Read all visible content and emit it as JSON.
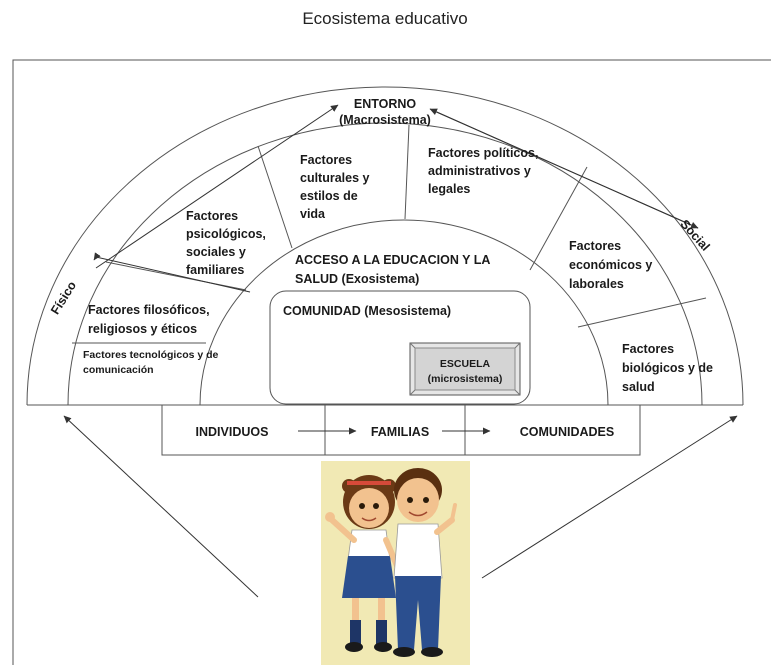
{
  "title": "Ecosistema educativo",
  "macro": {
    "line1": "ENTORNO",
    "line2": "(Macrosistema)",
    "left_side": "Físico",
    "right_side": "Social"
  },
  "factors": {
    "culturales": [
      "Factores",
      "culturales y",
      "estilos de",
      "vida"
    ],
    "politicos": [
      "Factores políticos,",
      "administrativos y",
      "legales"
    ],
    "psicologicos": [
      "Factores",
      "psicológicos,",
      "sociales y",
      "familiares"
    ],
    "economicos": [
      "Factores",
      "económicos y",
      "laborales"
    ],
    "filosoficos": [
      "Factores filosóficos,",
      "religiosos y éticos"
    ],
    "tecnologicos": [
      "Factores tecnológicos y de",
      "comunicación"
    ],
    "biologicos": [
      "Factores",
      "biológicos y de",
      "salud"
    ]
  },
  "exo": {
    "line1": "ACCESO A LA EDUCACION Y LA",
    "line2": "SALUD (Exosistema)"
  },
  "meso": "COMUNIDAD (Mesosistema)",
  "micro": {
    "line1": "ESCUELA",
    "line2": "(microsistema)"
  },
  "flow": {
    "individuos": "INDIVIDUOS",
    "familias": "FAMILIAS",
    "comunidades": "COMUNIDADES"
  },
  "colors": {
    "illustration_bg": "#f1e9b4",
    "micro_box": "#d4d4d4",
    "uniform_blue": "#2b4f8f",
    "shirt": "#ffffff",
    "skin": "#f2c28f",
    "hair": "#6b3a16"
  }
}
